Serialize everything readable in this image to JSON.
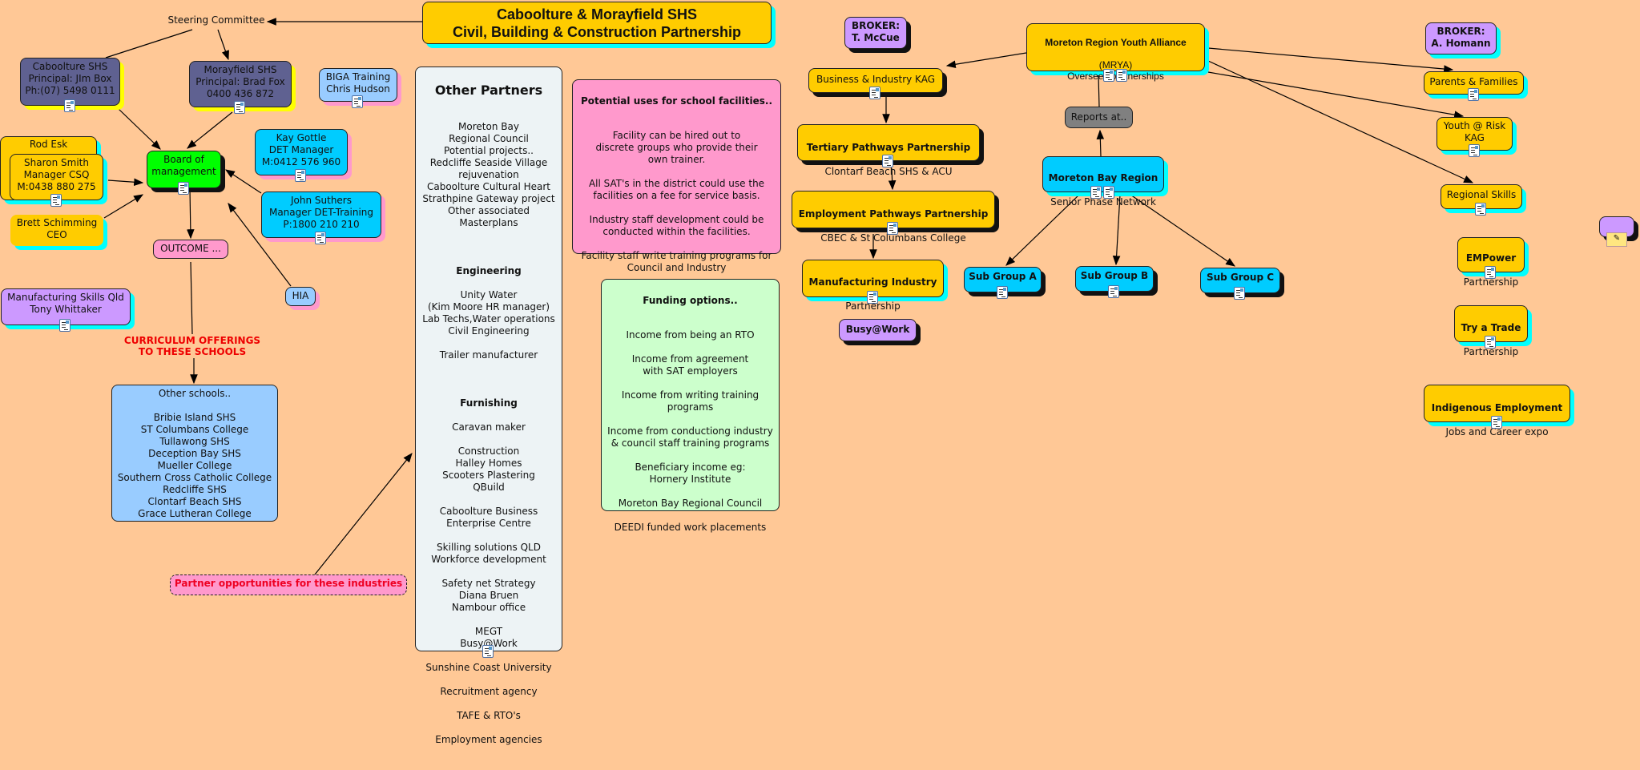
{
  "title": {
    "line1": "Caboolture & Morayfield SHS",
    "line2": "Civil, Building & Construction Partnership"
  },
  "steering_committee": "Steering Committee",
  "left": {
    "caboolture": "Caboolture SHS\nPrincipal: JIm Box\nPh:(07) 5498 0111",
    "morayfield": "Morayfield SHS\nPrincipal: Brad Fox\n0400 436 872",
    "biga": "BIGA Training\nChris Hudson",
    "rod_esk": "Rod Esk",
    "sharon": "Sharon Smith\nManager CSQ\nM:0438 880 275",
    "brett": "Brett Schimming\nCEO",
    "board": "Board of\nmanagement",
    "kay": "Kay Gottle\nDET Manager\nM:0412 576 960",
    "john": "John Suthers\nManager DET-Training\nP:1800 210 210",
    "outcome": "OUTCOME ...",
    "hia": "HIA",
    "msq": "Manufacturing Skills Qld\nTony Whittaker",
    "curriculum": "CURRICULUM OFFERINGS\nTO THESE SCHOOLS",
    "other_schools": "Other schools..\n\nBribie Island SHS\nST Columbans College\nTullawong SHS\nDeception Bay SHS\nMueller College\nSouthern Cross Catholic College\nRedcliffe SHS\nClontarf Beach SHS\nGrace Lutheran College",
    "partner_opps": "Partner opportunities for these industries"
  },
  "other_partners": {
    "heading": "Other Partners",
    "block1": "Moreton Bay\nRegional Council\nPotential projects..\nRedcliffe Seaside Village\nrejuvenation\nCaboolture Cultural Heart\nStrathpine Gateway project\nOther associated\nMasterplans",
    "engineering_heading": "Engineering",
    "engineering": "Unity Water\n(Kim Moore HR manager)\nLab Techs,Water operations\nCivil Engineering\n\nTrailer manufacturer",
    "furnishing_heading": "Furnishing",
    "furnishing": "Caravan maker\n\nConstruction\nHalley Homes\nScooters Plastering\nQBuild\n\nCaboolture Business\nEnterprise Centre\n\nSkilling solutions QLD\nWorkforce development\n\nSafety net Strategy\nDiana Bruen\nNambour office\n\nMEGT\nBusy@Work\n\nSunshine Coast University\n\nRecruitment agency\n\nTAFE & RTO's\n\nEmployment agencies"
  },
  "potential_uses": {
    "heading": "Potential uses for school facilities..",
    "body": "Facility can be hired out to\ndiscrete groups who provide their\nown trainer.\n\nAll SAT's in the district could use the\nfacilities on a fee for service basis.\n\nIndustry staff development could be\nconducted within the facilities.\n\nFacility staff write training programs for\nCouncil and Industry"
  },
  "funding": {
    "heading": "Funding options..",
    "body": "Income from being an RTO\n\nIncome from agreement\nwith SAT employers\n\nIncome from writing training\nprograms\n\nIncome from conductiong industry\n& council staff training programs\n\nBeneficiary income eg:\nHornery Institute\n\nMoreton Bay Regional Council\n\nDEEDI funded work placements"
  },
  "right": {
    "broker1": "BROKER:\nT. McCue",
    "broker2": "BROKER:\nA. Homann",
    "mrya_title": "Moreton Region Youth Alliance",
    "mrya_sub": "(MRYA)\nOversees  partnerships",
    "bikag": "Business & Industry KAG",
    "tertiary_title": "Tertiary Pathways Partnership",
    "tertiary_sub": "Clontarf Beach SHS & ACU",
    "employment_title": "Employment Pathways Partnership",
    "employment_sub": "CBEC & St Columbans College",
    "manufacturing_title": "Manufacturing Industry",
    "manufacturing_sub": "Partnership",
    "busy": "Busy@Work",
    "reports": "Reports at..",
    "mbr_title": "Moreton Bay Region",
    "mbr_sub": "Senior Phase Network",
    "sub_a": "Sub Group A",
    "sub_b": "Sub Group B",
    "sub_c": "Sub Group C",
    "parents": "Parents & Families",
    "youth": "Youth @ Risk\nKAG",
    "regional": "Regional Skills",
    "empower_title": "EMPower",
    "empower_sub": "Partnership",
    "trade_title": "Try a Trade",
    "trade_sub": "Partnership",
    "indig_title": "Indigenous Employment",
    "indig_sub": "Jobs and Career expo"
  },
  "colors": {
    "background": "#ffc896",
    "school": "#5f6191",
    "yellow": "#ffcc00",
    "cyan": "#00ccff",
    "green": "#00ff00",
    "pink": "#ff99cc",
    "purple": "#cc99ff",
    "accent_red": "#ee0000"
  }
}
